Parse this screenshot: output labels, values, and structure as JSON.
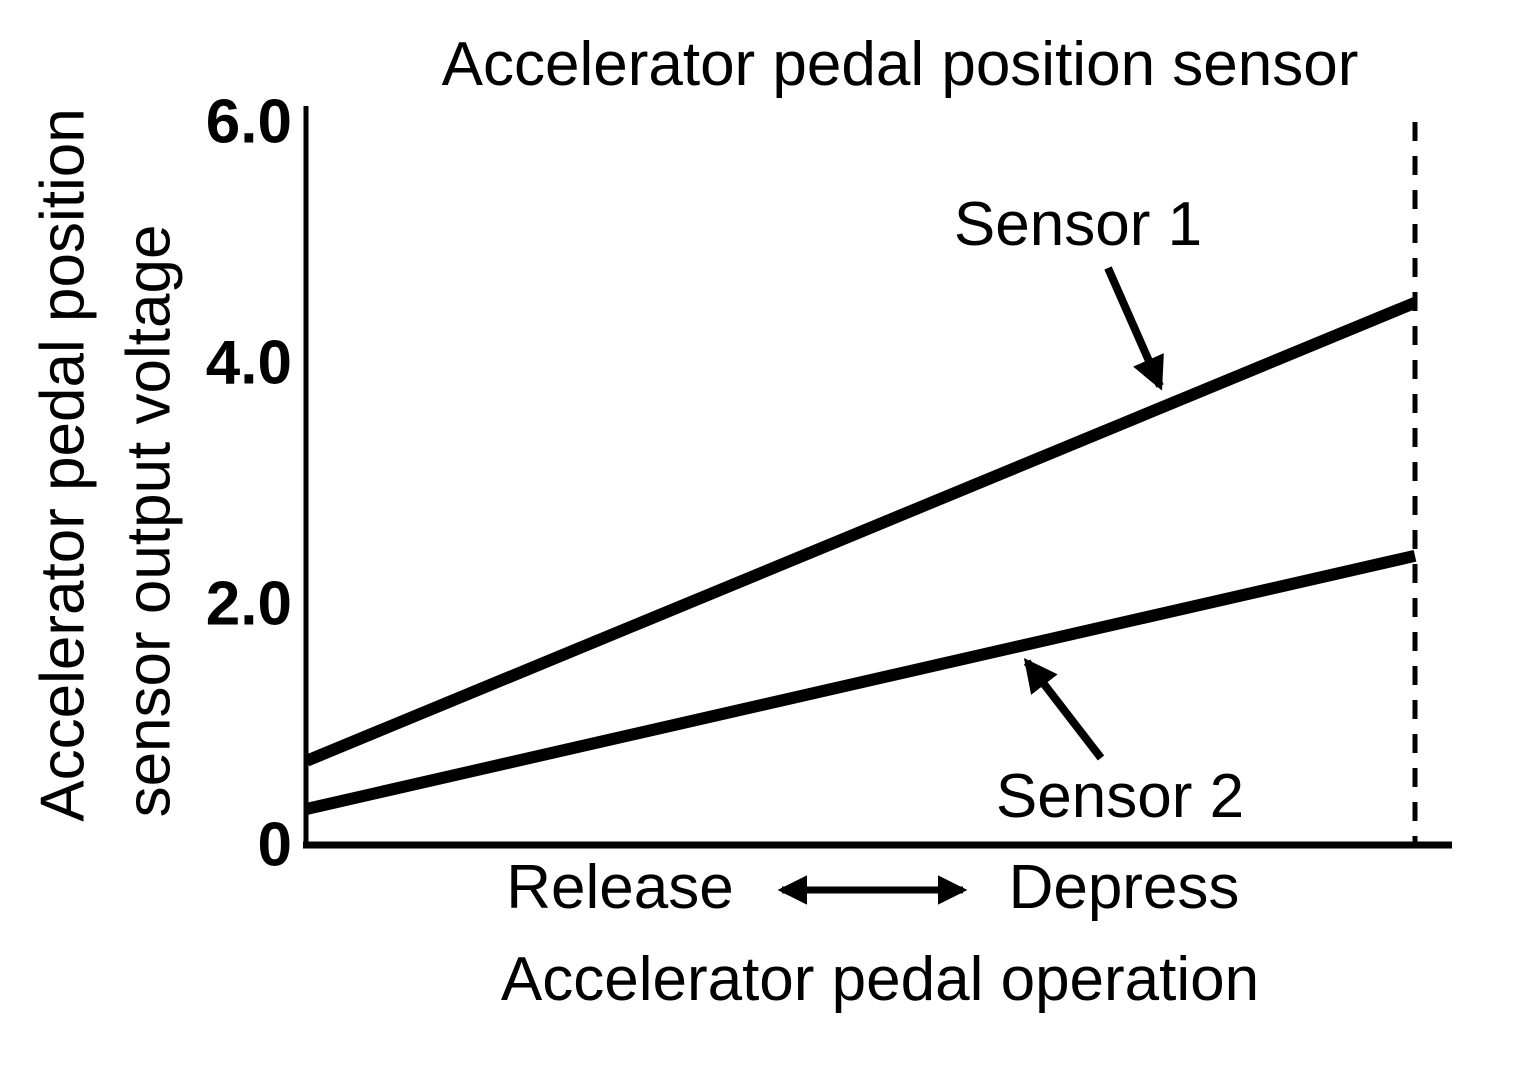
{
  "title": "Accelerator pedal position sensor",
  "y_axis": {
    "label_line1": "Accelerator pedal position",
    "label_line2": "sensor output voltage",
    "ticks": [
      {
        "label": "6.0",
        "value": 6.0
      },
      {
        "label": "4.0",
        "value": 4.0
      },
      {
        "label": "2.0",
        "value": 2.0
      },
      {
        "label": "0",
        "value": 0.0
      }
    ]
  },
  "x_axis": {
    "label": "Accelerator pedal operation",
    "left_annotation": "Release",
    "right_annotation": "Depress"
  },
  "annotations": {
    "sensor1_label": "Sensor 1",
    "sensor2_label": "Sensor 2"
  },
  "colors": {
    "foreground": "#000000",
    "background": "#ffffff"
  },
  "chart_data": {
    "type": "line",
    "title": "Accelerator pedal position sensor",
    "xlabel": "Accelerator pedal operation",
    "ylabel": "Accelerator pedal position sensor output voltage",
    "x_categories": [
      "Release",
      "Depress"
    ],
    "ylim": [
      0,
      6.0
    ],
    "yticks": [
      0,
      2.0,
      4.0,
      6.0
    ],
    "grid": false,
    "legend_position": "inline arrow annotations on lines",
    "series": [
      {
        "name": "Sensor 1",
        "x": [
          "Release",
          "Depress"
        ],
        "values": [
          0.7,
          4.5
        ]
      },
      {
        "name": "Sensor 2",
        "x": [
          "Release",
          "Depress"
        ],
        "values": [
          0.3,
          2.4
        ]
      }
    ],
    "reference_line": {
      "type": "vertical-dashed",
      "position": "full depress (right edge of data)",
      "y_top": 6.0
    }
  }
}
